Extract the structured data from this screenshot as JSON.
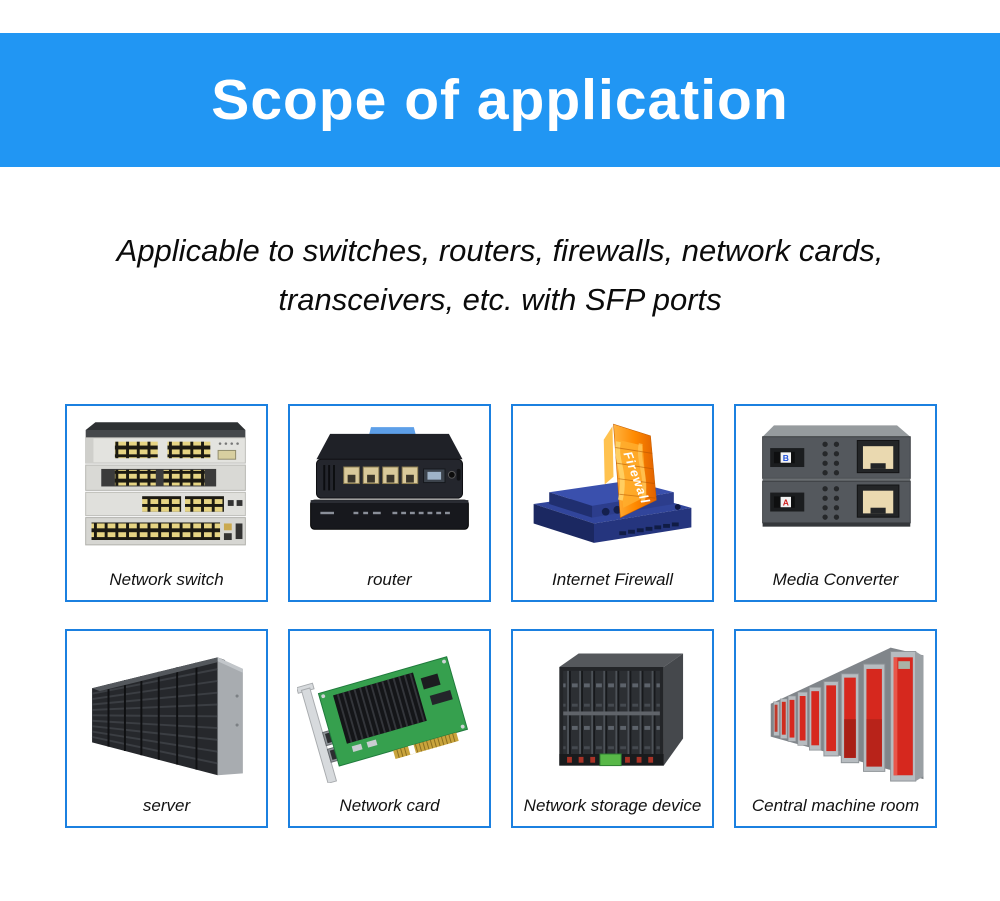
{
  "banner": {
    "title": "Scope of application",
    "background_color": "#2196f3",
    "text_color": "#ffffff"
  },
  "description": {
    "lines": [
      "Applicable to switches, routers, firewalls, network cards,",
      "transceivers, etc. with SFP ports"
    ]
  },
  "grid": {
    "cell_border_color": "#1b80e0",
    "items": [
      {
        "label": "Network switch",
        "image": "network-switch-photo"
      },
      {
        "label": "router",
        "image": "router-photo"
      },
      {
        "label": "Internet Firewall",
        "image": "internet-firewall-photo",
        "overlay_text": "Firewall"
      },
      {
        "label": "Media Converter",
        "image": "media-converter-photo",
        "unit_labels": [
          "B",
          "A"
        ]
      },
      {
        "label": "server",
        "image": "server-racks-photo"
      },
      {
        "label": "Network card",
        "image": "network-card-photo"
      },
      {
        "label": "Network storage device",
        "image": "network-storage-photo"
      },
      {
        "label": "Central machine room",
        "image": "machine-room-photo"
      }
    ]
  }
}
